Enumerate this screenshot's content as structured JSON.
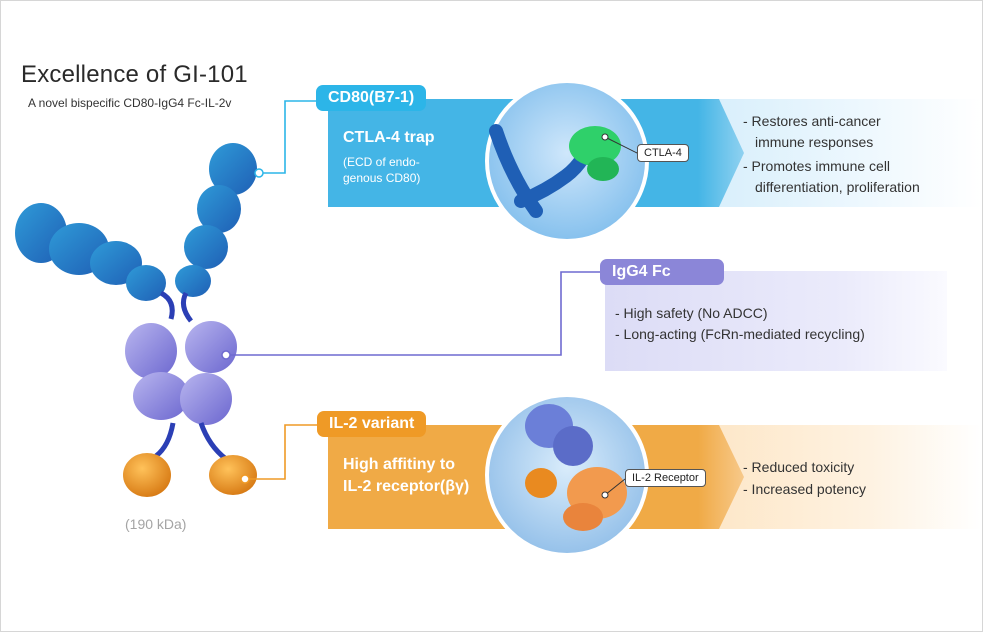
{
  "title": "Excellence of GI-101",
  "subtitle": "A novel bispecific CD80-IgG4 Fc-IL-2v",
  "molecular_weight": "(190 kDa)",
  "cd80": {
    "label": "CD80(B7-1)",
    "heading": "CTLA-4 trap",
    "note_line1": "(ECD of endo-",
    "note_line2": "genous CD80)",
    "callout": "CTLA-4",
    "effects": [
      {
        "text": "- Restores anti-cancer",
        "cont": "immune responses"
      },
      {
        "text": "- Promotes immune cell",
        "cont": "differentiation, proliferation"
      }
    ]
  },
  "igg4": {
    "label": "IgG4 Fc",
    "effects": [
      "- High safety (No ADCC)",
      "- Long-acting (FcRn-mediated recycling)"
    ]
  },
  "il2": {
    "label": "IL-2 variant",
    "heading_line1": "High affitiny to",
    "heading_line2": "IL-2 receptor(βγ)",
    "callout": "IL-2 Receptor",
    "effects": [
      "- Reduced toxicity",
      "- Increased potency"
    ]
  },
  "colors": {
    "cd80_blue": "#2cb5e8",
    "igg4_purple": "#8b86d8",
    "il2_orange": "#ef9a26"
  }
}
